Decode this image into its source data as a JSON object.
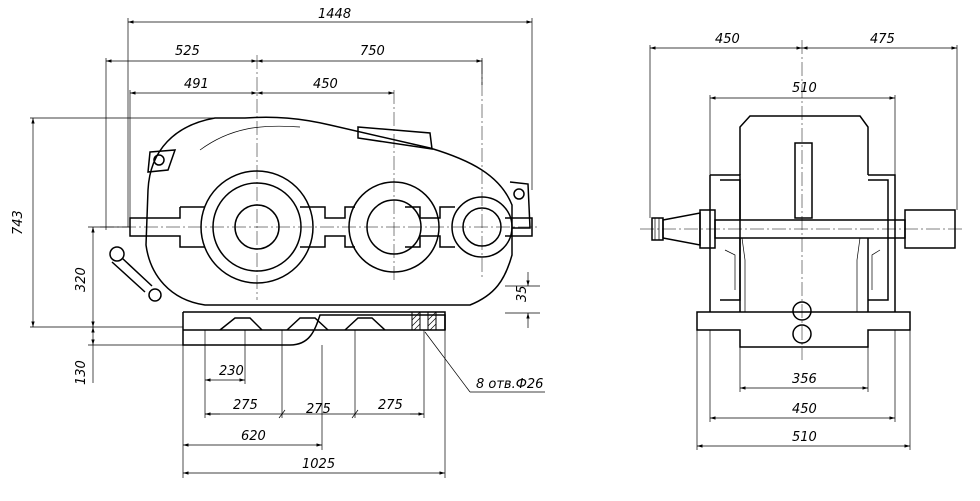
{
  "front_view": {
    "dims": {
      "overall_length": "1448",
      "left_to_axis": "525",
      "axis_to_right": "750",
      "input_offset": "491",
      "shaft_spacing": "450",
      "overall_height": "743",
      "axis_height": "320",
      "base_height": "130",
      "foot_thickness": "35",
      "bolt_offset": "230",
      "bolt_pitch_1": "275",
      "bolt_pitch_2": "275",
      "bolt_pitch_3": "275",
      "base_span_620": "620",
      "base_length": "1025"
    },
    "hole_note": "8 отв.Ф26"
  },
  "side_view": {
    "dims": {
      "left_shaft": "450",
      "right_shaft": "475",
      "body_width": "510",
      "bolt_span": "356",
      "foot_span": "450",
      "base_width": "510"
    }
  }
}
